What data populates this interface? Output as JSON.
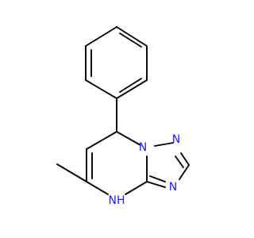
{
  "molecule": {
    "atoms": {
      "n1": {
        "label": "N",
        "element": "N",
        "color": "#2020ff"
      },
      "n2": {
        "label": "N",
        "element": "N",
        "color": "#2020ff"
      },
      "n3": {
        "label": "N",
        "element": "N",
        "color": "#2020ff"
      },
      "n4h": {
        "label": "NH",
        "element": "N",
        "color": "#2020ff"
      }
    },
    "bond_color": "#000000",
    "background": "#ffffff"
  }
}
